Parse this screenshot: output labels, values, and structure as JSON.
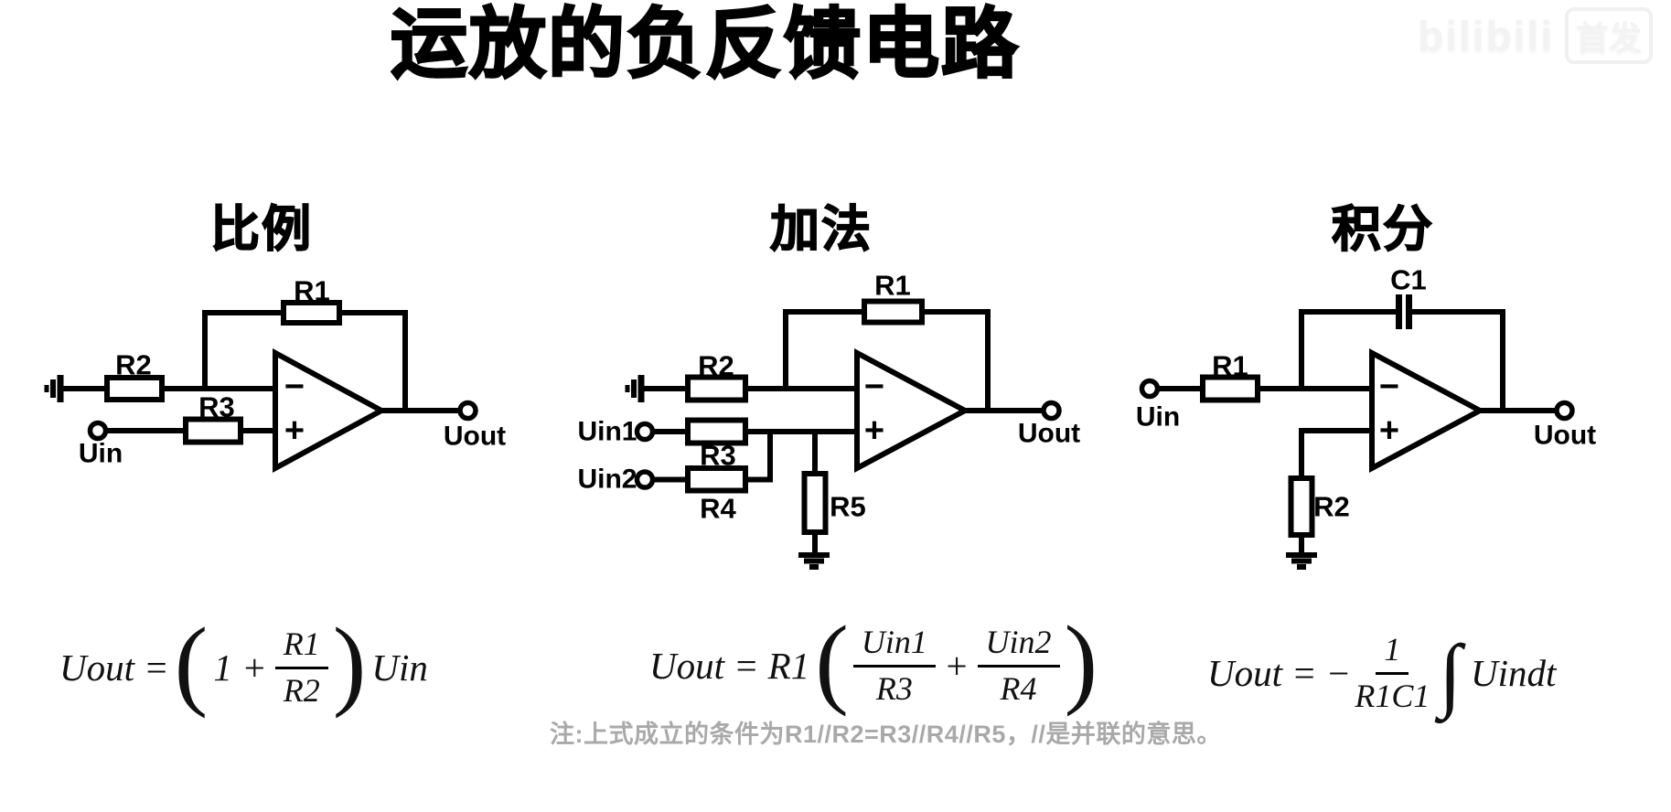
{
  "page": {
    "title": "运放的负反馈电路",
    "note": "注:上式成立的条件为R1//R2=R3//R4//R5，//是并联的意思。"
  },
  "watermark": {
    "logo": "bilibili",
    "badge": "首发"
  },
  "circuits": [
    {
      "title": "比例",
      "labels": {
        "r1": "R1",
        "r2": "R2",
        "r3": "R3",
        "uin": "Uin",
        "uout": "Uout",
        "minus": "−",
        "plus": "+"
      },
      "formula": {
        "lhs": "Uout",
        "eq": "=",
        "open": "(",
        "pre": "1 +",
        "num": "R1",
        "den": "R2",
        "close": ")",
        "post": "Uin"
      }
    },
    {
      "title": "加法",
      "labels": {
        "r1": "R1",
        "r2": "R2",
        "r3": "R3",
        "r4": "R4",
        "r5": "R5",
        "uin1": "Uin1",
        "uin2": "Uin2",
        "uout": "Uout",
        "minus": "−",
        "plus": "+"
      },
      "formula": {
        "lhs": "Uout",
        "eq": "=",
        "coef": "R1",
        "open": "(",
        "num1": "Uin1",
        "den1": "R3",
        "plus": "+",
        "num2": "Uin2",
        "den2": "R4",
        "close": ")"
      }
    },
    {
      "title": "积分",
      "labels": {
        "c1": "C1",
        "r1": "R1",
        "r2": "R2",
        "uin": "Uin",
        "uout": "Uout",
        "minus": "−",
        "plus": "+"
      },
      "formula": {
        "lhs": "Uout",
        "eq": "=",
        "minus": "−",
        "num": "1",
        "den": "R1C1",
        "integral": "∫",
        "post": "Uindt"
      }
    }
  ]
}
